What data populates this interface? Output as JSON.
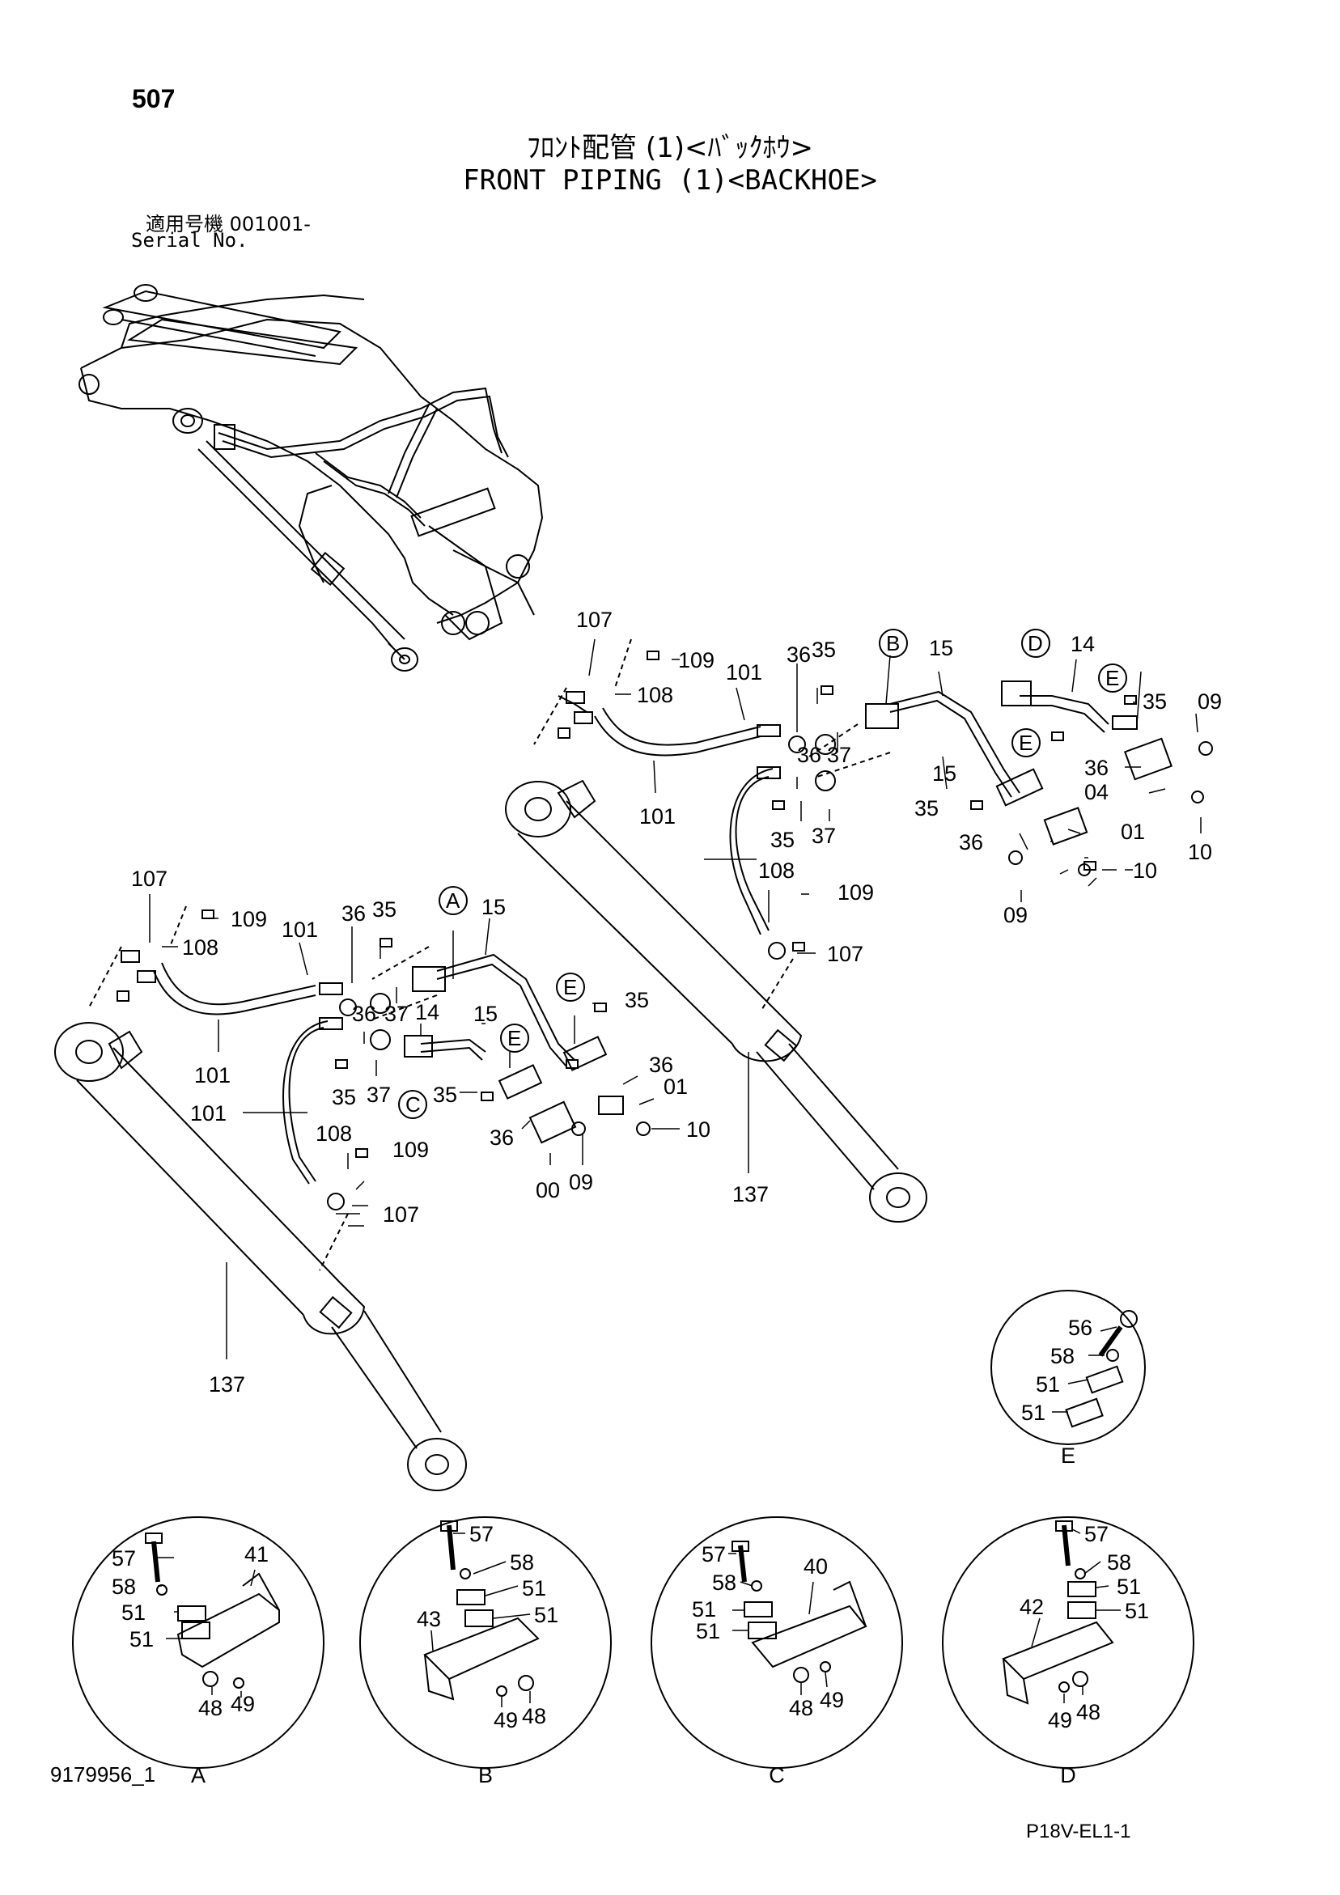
{
  "header": {
    "page_number": "507",
    "title_jp": "ﾌﾛﾝﾄ配管 (1)<ﾊﾞｯｸﾎｳ>",
    "title_en": "FRONT PIPING (1)<BACKHOE>",
    "serial_label_jp": "適用号機  001001-",
    "serial_label_en": "Serial No."
  },
  "footer": {
    "figure_id": "9179956_1",
    "reference_code": "P18V-EL1-1"
  },
  "upper_assembly": {
    "callouts": {
      "c107": "107",
      "c109": "109",
      "c108": "108",
      "c101a": "101",
      "c101b": "101",
      "c36a": "36",
      "c35a": "35",
      "c37a": "37",
      "c36b": "36",
      "c35b": "35",
      "c37b": "37",
      "c15a": "15",
      "c15b": "15",
      "c14": "14",
      "c35c": "35",
      "c09a": "09",
      "c36c": "36",
      "c04": "04",
      "c10a": "10",
      "c35d": "35",
      "c36d": "36",
      "c01": "01",
      "c10b": "10",
      "c09b": "09",
      "c108b": "108",
      "c109b": "109",
      "c107b": "107",
      "c137": "137"
    },
    "detail_markers": {
      "B": "B",
      "D": "D",
      "E1": "E",
      "E2": "E"
    }
  },
  "lower_assembly": {
    "callouts": {
      "c107": "107",
      "c109": "109",
      "c108": "108",
      "c101a": "101",
      "c101b": "101",
      "c101c": "101",
      "c36a": "36",
      "c35a": "35",
      "c37a": "37",
      "c15a": "15",
      "c36b": "36",
      "c37b": "37",
      "c14": "14",
      "c15b": "15",
      "c35b": "35",
      "c35c": "35",
      "c35d": "35",
      "c36c": "36",
      "c01": "01",
      "c10": "10",
      "c36d": "36",
      "c00": "00",
      "c09": "09",
      "c108b": "108",
      "c109b": "109",
      "c107b": "107",
      "c137": "137"
    },
    "detail_markers": {
      "A": "A",
      "C": "C",
      "E1": "E",
      "E2": "E"
    }
  },
  "detail_views": {
    "E": {
      "label": "E",
      "parts": [
        "56",
        "58",
        "51",
        "51"
      ]
    },
    "A": {
      "label": "A",
      "parts": [
        "57",
        "58",
        "51",
        "51",
        "41",
        "48",
        "49"
      ]
    },
    "B": {
      "label": "B",
      "parts": [
        "57",
        "58",
        "51",
        "51",
        "43",
        "49",
        "48"
      ]
    },
    "C": {
      "label": "C",
      "parts": [
        "57",
        "58",
        "51",
        "51",
        "40",
        "48",
        "49"
      ]
    },
    "D": {
      "label": "D",
      "parts": [
        "57",
        "58",
        "51",
        "51",
        "42",
        "49",
        "48"
      ]
    }
  }
}
